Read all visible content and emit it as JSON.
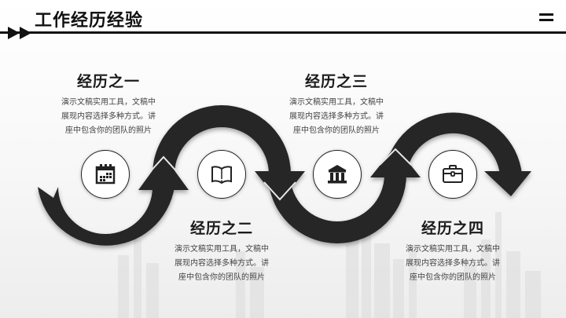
{
  "header": {
    "title": "工作经历经验",
    "menu_icon": "menu-icon",
    "arrow_icon": "double-arrow-right-icon"
  },
  "colors": {
    "primary": "#222222",
    "text": "#444444",
    "background": "#ffffff"
  },
  "steps": [
    {
      "title": "经历之一",
      "icon": "calendar-icon",
      "desc_lines": [
        "演示文稿实用工具，文稿中",
        "展现内容选择多种方式。讲",
        "座中包含你的团队的照片"
      ]
    },
    {
      "title": "经历之二",
      "icon": "book-icon",
      "desc_lines": [
        "演示文稿实用工具，文稿中",
        "展现内容选择多种方式。讲",
        "座中包含你的团队的照片"
      ]
    },
    {
      "title": "经历之三",
      "icon": "bank-icon",
      "desc_lines": [
        "演示文稿实用工具，文稿中",
        "展现内容选择多种方式。讲",
        "座中包含你的团队的照片"
      ]
    },
    {
      "title": "经历之四",
      "icon": "briefcase-icon",
      "desc_lines": [
        "演示文稿实用工具，文稿中",
        "展现内容选择多种方式。讲",
        "座中包含你的团队的照片"
      ]
    }
  ]
}
